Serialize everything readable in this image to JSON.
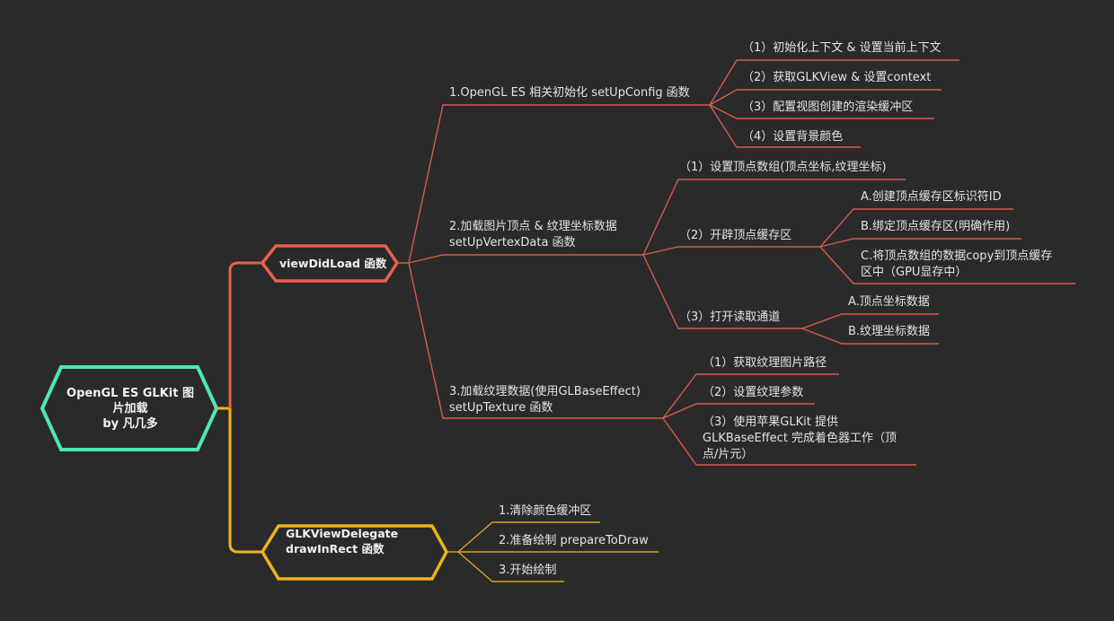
{
  "colors": {
    "background": "#2a2a2a",
    "root_border": "#4de8b8",
    "branch_red": "#e8604c",
    "branch_red_line": "#d65a4e",
    "branch_yellow": "#f0b31c",
    "text": "#e4e4e4"
  },
  "root": {
    "line1": "OpenGL ES GLKit 图",
    "line2": "片加载",
    "line3": "by 凡几多"
  },
  "branches": [
    {
      "label": "viewDidLoad 函数",
      "children": [
        {
          "label": "1.OpenGL ES 相关初始化 setUpConfig 函数",
          "children": [
            {
              "label": "（1）初始化上下文 & 设置当前上下文"
            },
            {
              "label": "（2）获取GLKView & 设置context"
            },
            {
              "label": "（3）配置视图创建的渲染缓冲区"
            },
            {
              "label": "（4）设置背景颜色"
            }
          ]
        },
        {
          "label_line1": "2.加载图片顶点 & 纹理坐标数据",
          "label_line2": "setUpVertexData 函数",
          "children": [
            {
              "label": "（1）设置顶点数组(顶点坐标,纹理坐标)"
            },
            {
              "label": "（2）开辟顶点缓存区",
              "children": [
                {
                  "label": "A.创建顶点缓存区标识符ID"
                },
                {
                  "label": "B.绑定顶点缓存区(明确作用)"
                },
                {
                  "label_line1": "C.将顶点数组的数据copy到顶点缓存",
                  "label_line2": "区中（GPU显存中）"
                }
              ]
            },
            {
              "label": "（3）打开读取通道",
              "children": [
                {
                  "label": "A.顶点坐标数据"
                },
                {
                  "label": "B.纹理坐标数据"
                }
              ]
            }
          ]
        },
        {
          "label_line1": "3.加载纹理数据(使用GLBaseEffect)",
          "label_line2": "setUpTexture 函数",
          "children": [
            {
              "label": "（1）获取纹理图片路径"
            },
            {
              "label": "（2）设置纹理参数"
            },
            {
              "label_line1": "（3）使用苹果GLKit 提供",
              "label_line2": "GLKBaseEffect 完成着色器工作（顶",
              "label_line3": "点/片元）"
            }
          ]
        }
      ]
    },
    {
      "label_line1": "GLKViewDelegate",
      "label_line2": "drawInRect 函数",
      "children": [
        {
          "label": "1.清除颜色缓冲区"
        },
        {
          "label": "2.准备绘制 prepareToDraw"
        },
        {
          "label": "3.开始绘制"
        }
      ]
    }
  ]
}
